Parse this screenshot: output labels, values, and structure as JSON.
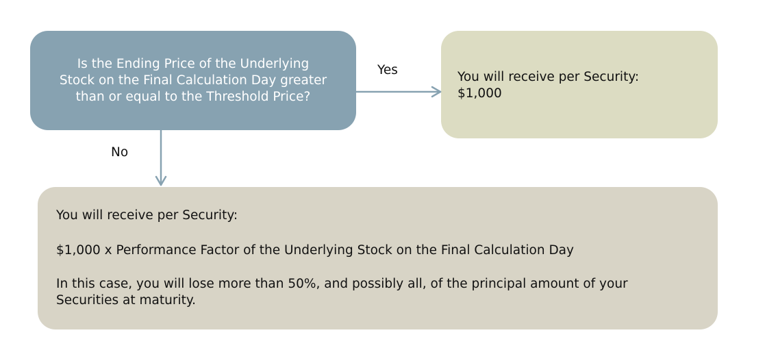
{
  "decision": {
    "question": "Is the Ending Price of the Underlying\nStock on the Final Calculation Day greater\nthan or equal to the Threshold Price?"
  },
  "yes_branch": {
    "label": "Yes",
    "outcome_title": "You will receive per Security:",
    "outcome_amount": "$1,000"
  },
  "no_branch": {
    "label": "No",
    "outcome_title": "You will receive per Security:",
    "formula": "$1,000 x Performance Factor of the Underlying Stock on the Final Calculation Day",
    "warning": "In this case, you will lose more than 50%, and possibly all, of the principal amount of your\nSecurities at maturity."
  },
  "colors": {
    "decision_fill": "#87a2b1",
    "yes_fill": "#dcdcc2",
    "no_fill": "#d8d4c6",
    "arrow": "#87a2b1"
  }
}
